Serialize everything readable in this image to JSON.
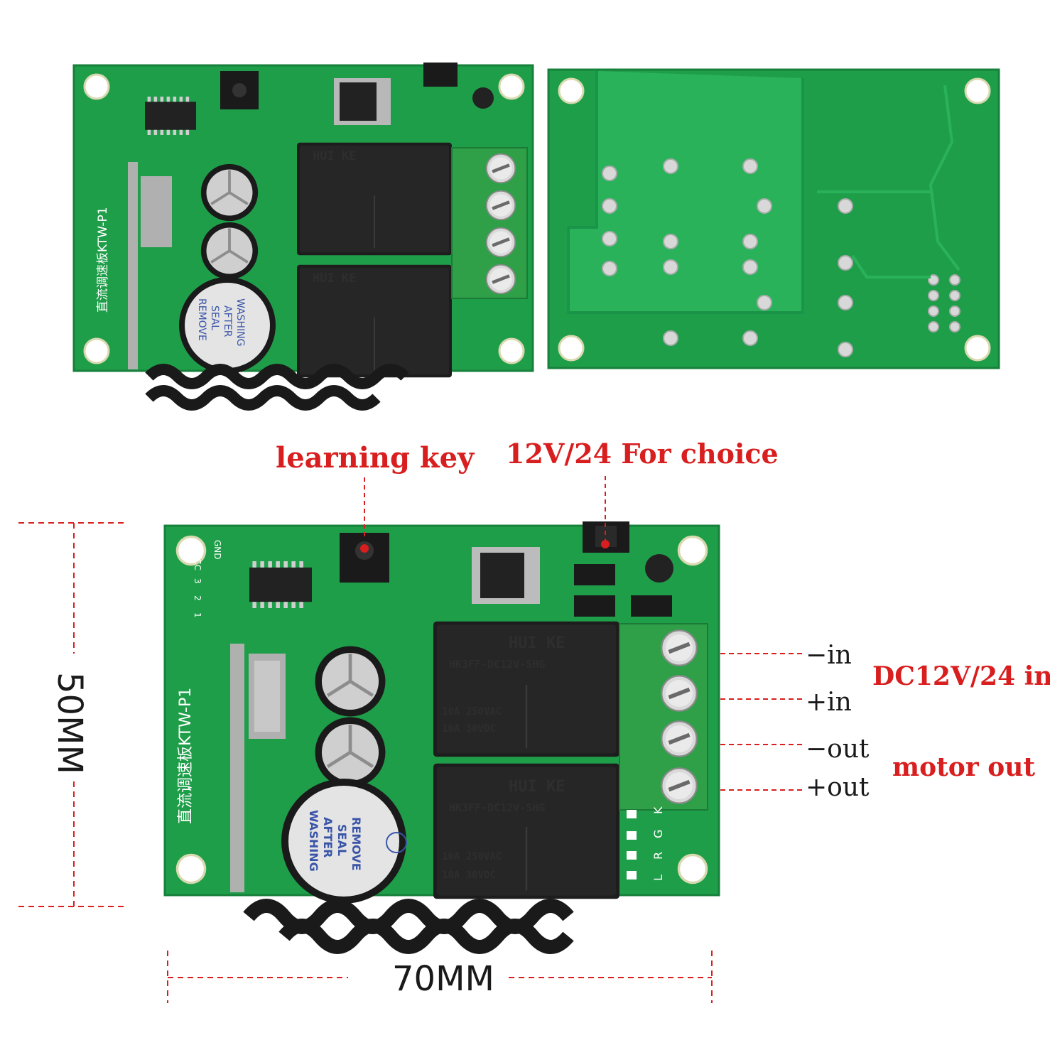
{
  "annotations": {
    "learning_key": "learning key",
    "voltage_choice": "12V/24 For choice",
    "dc_in": "DC12V/24 in",
    "motor_out": "motor  out",
    "minus_in": "−in",
    "plus_in": "+in",
    "minus_out": "−out",
    "plus_out": "+out"
  },
  "dimensions": {
    "height": "50MM",
    "width": "70MM"
  },
  "board": {
    "model_label": "直流调速板KTW-P1",
    "pin_labels": [
      "GND",
      "VCC",
      "3",
      "2",
      "1"
    ],
    "terminal_letters": [
      "K",
      "G",
      "R",
      "L"
    ],
    "buzzer_text": [
      "REMOVE",
      "SEAL",
      "AFTER",
      "WASHING"
    ],
    "relay_brand": "HUI KE",
    "relay_model": "HK3FF-DC12V-SHG",
    "relay_rating_1": "10A 250VAC",
    "relay_rating_2": "10A 30VDC"
  },
  "colors": {
    "pcb": "#1f9e4a",
    "pcb_dark": "#17803b",
    "trace": "#2ab25a",
    "relay": "#1e1e1e",
    "terminal": "#2fa048",
    "annotation": "#d81e1e",
    "dimension_line": "#d81e1e"
  }
}
